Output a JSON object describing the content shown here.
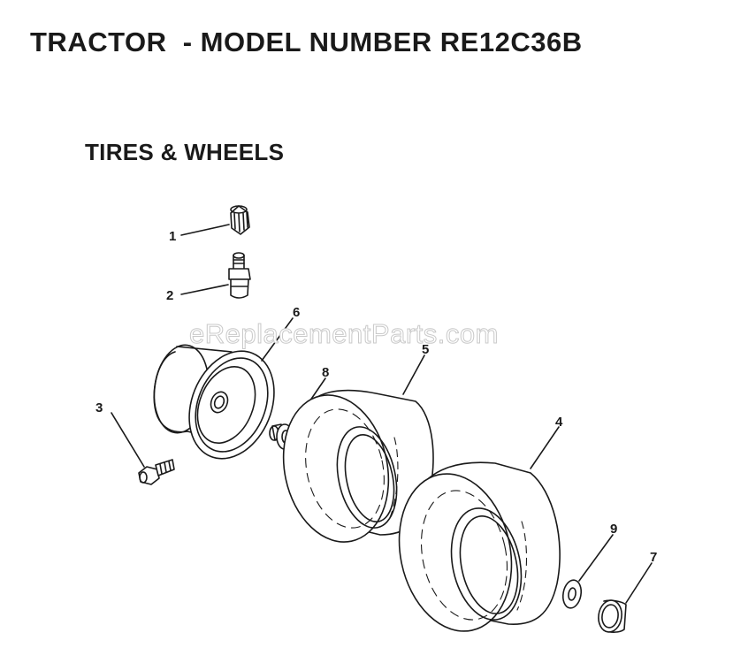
{
  "title": "TRACTOR  - MODEL NUMBER RE12C36B",
  "section": "TIRES & WHEELS",
  "watermark": "eReplacementParts.com",
  "callouts": {
    "c1": "1",
    "c2": "2",
    "c3": "3",
    "c4": "4",
    "c5": "5",
    "c6": "6",
    "c7": "7",
    "c8": "8",
    "c9": "9"
  },
  "colors": {
    "ink": "#1a1a1a",
    "paper": "#ffffff",
    "watermark": "#c9c9c9"
  }
}
